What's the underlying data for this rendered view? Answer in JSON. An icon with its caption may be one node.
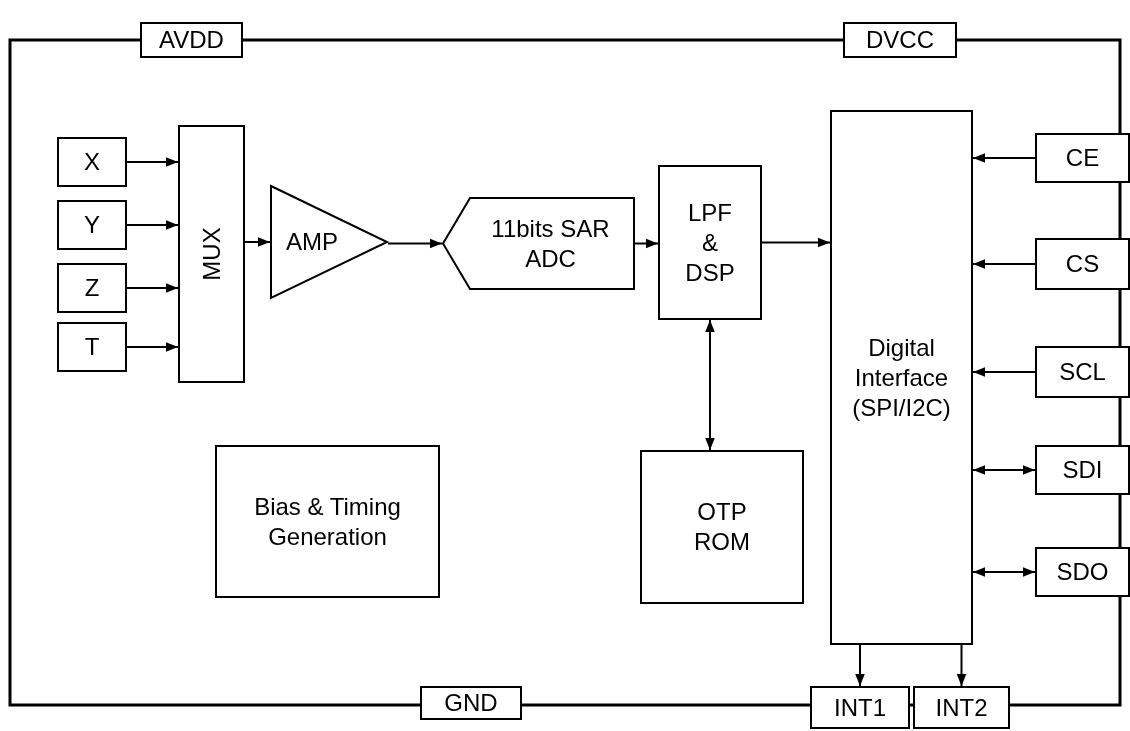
{
  "diagram": {
    "nodes": [
      {
        "text": [
          "AVDD"
        ]
      },
      {
        "text": [
          "DVCC"
        ]
      },
      {
        "text": [
          "X"
        ]
      },
      {
        "text": [
          "Y"
        ]
      },
      {
        "text": [
          "Z"
        ]
      },
      {
        "text": [
          "T"
        ]
      },
      {
        "text": [
          "MUX"
        ]
      },
      {
        "text": [
          "AMP"
        ]
      },
      {
        "text": [
          "11bits SAR ADC"
        ]
      },
      {
        "text": [
          "LPF & DSP"
        ]
      },
      {
        "text": [
          "Digital Interface (SPI/I2C)"
        ]
      },
      {
        "text": [
          "CE"
        ]
      },
      {
        "text": [
          "CS"
        ]
      },
      {
        "text": [
          "SCL"
        ]
      },
      {
        "text": [
          "SDI"
        ]
      },
      {
        "text": [
          "Bias & Timing Generation"
        ]
      },
      {
        "text": [
          "OTP ROM"
        ]
      },
      {
        "text": [
          "SDO"
        ]
      },
      {
        "text": [
          "GND"
        ]
      },
      {
        "text": [
          "INT1"
        ]
      },
      {
        "text": [
          "INT2"
        ]
      }
    ],
    "edges": [
      {
        "from": 2,
        "to": 6,
        "arrow": "to"
      },
      {
        "from": 3,
        "to": 6,
        "arrow": "to"
      },
      {
        "from": 4,
        "to": 6,
        "arrow": "to"
      },
      {
        "from": 5,
        "to": 6,
        "arrow": "to"
      },
      {
        "from": 6,
        "to": 7,
        "arrow": "to"
      },
      {
        "from": 7,
        "to": 8,
        "arrow": "to"
      },
      {
        "from": 8,
        "to": 9,
        "arrow": "to"
      },
      {
        "from": 9,
        "to": 10,
        "arrow": "to"
      },
      {
        "from": 9,
        "to": 16,
        "arrow": "both"
      },
      {
        "from": 11,
        "to": 10,
        "arrow": "to"
      },
      {
        "from": 12,
        "to": 10,
        "arrow": "to"
      },
      {
        "from": 13,
        "to": 10,
        "arrow": "to"
      },
      {
        "from": 14,
        "to": 10,
        "arrow": "both"
      },
      {
        "from": 17,
        "to": 10,
        "arrow": "both"
      },
      {
        "from": 10,
        "to": 19,
        "arrow": "to"
      },
      {
        "from": 10,
        "to": 20,
        "arrow": "to"
      }
    ]
  }
}
